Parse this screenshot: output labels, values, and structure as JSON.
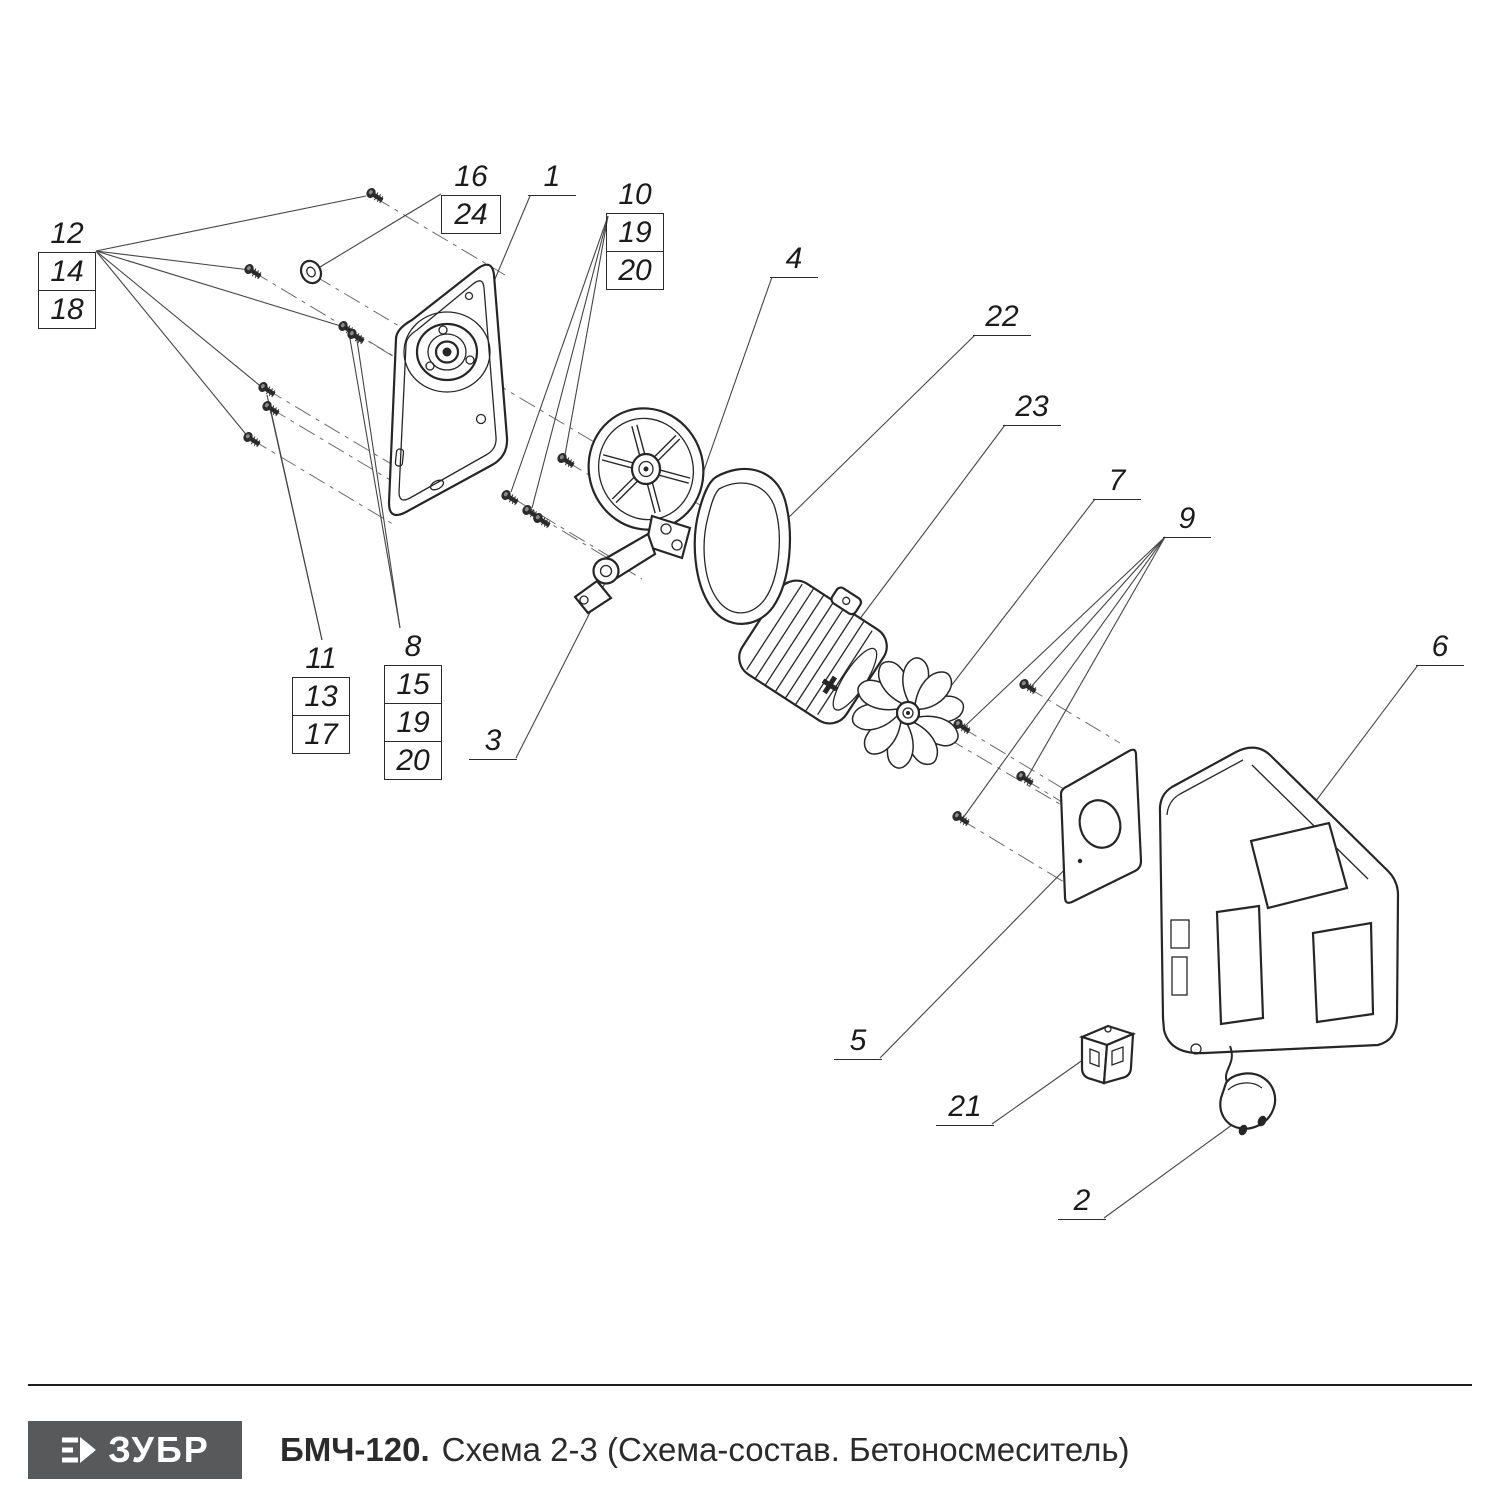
{
  "footer": {
    "brand": "ЗУБР",
    "model": "БМЧ-120.",
    "caption": "Схема 2-3 (Схема-состав. Бетоносмеситель)"
  },
  "colors": {
    "brand_box": "#58595b",
    "line": "#262626"
  },
  "callouts": {
    "g16_24": [
      "16",
      "24"
    ],
    "g1": [
      "1"
    ],
    "g10_19_20": [
      "10",
      "19",
      "20"
    ],
    "g4": [
      "4"
    ],
    "g22": [
      "22"
    ],
    "g23": [
      "23"
    ],
    "g7": [
      "7"
    ],
    "g9": [
      "9"
    ],
    "g6": [
      "6"
    ],
    "g12_14_18": [
      "12",
      "14",
      "18"
    ],
    "g11_13_17": [
      "11",
      "13",
      "17"
    ],
    "g8_15_19_20": [
      "8",
      "15",
      "19",
      "20"
    ],
    "g3": [
      "3"
    ],
    "g5": [
      "5"
    ],
    "g21": [
      "21"
    ],
    "g2": [
      "2"
    ]
  }
}
